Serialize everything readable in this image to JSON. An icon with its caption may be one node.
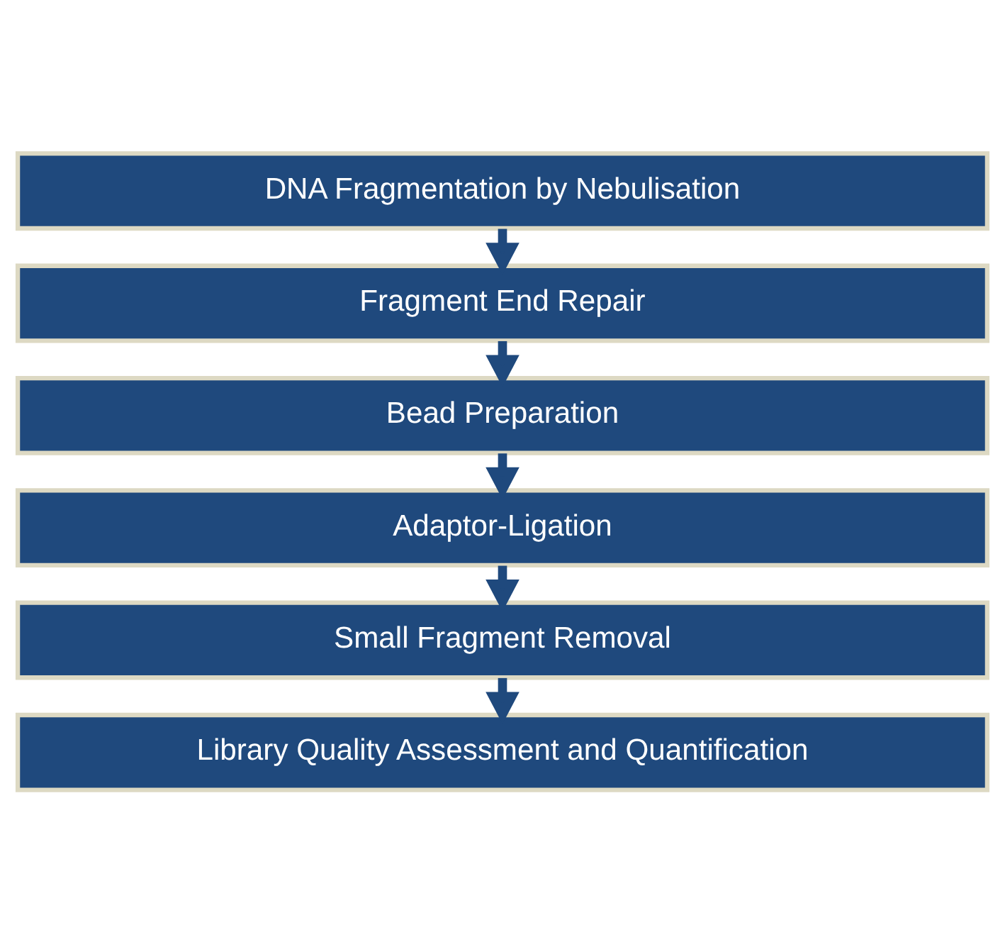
{
  "diagram": {
    "nodes": [
      {
        "text": [
          "DNA Fragmentation by Nebulisation"
        ]
      },
      {
        "text": [
          "Fragment End Repair"
        ]
      },
      {
        "text": [
          "Bead Preparation"
        ]
      },
      {
        "text": [
          "Adaptor-Ligation"
        ]
      },
      {
        "text": [
          "Small Fragment Removal"
        ]
      },
      {
        "text": [
          "Library Quality Assessment and Quantification"
        ]
      }
    ],
    "edges": [
      {
        "from": 0,
        "to": 1,
        "arrow": "to"
      },
      {
        "from": 1,
        "to": 2,
        "arrow": "to"
      },
      {
        "from": 2,
        "to": 3,
        "arrow": "to"
      },
      {
        "from": 3,
        "to": 4,
        "arrow": "to"
      },
      {
        "from": 4,
        "to": 5,
        "arrow": "to"
      }
    ]
  }
}
